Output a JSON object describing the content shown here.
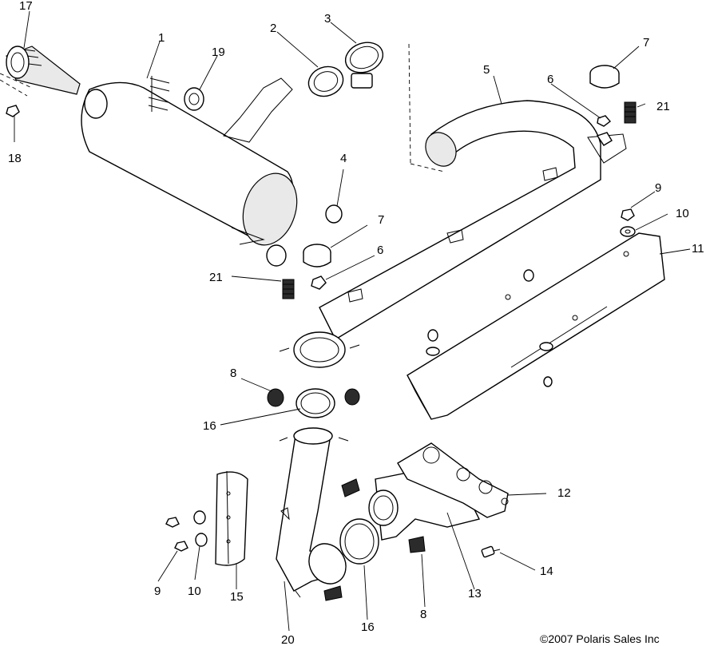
{
  "copyright": "©2007 Polaris Sales Inc",
  "callouts": {
    "c1": "1",
    "c2": "2",
    "c3": "3",
    "c4": "4",
    "c5": "5",
    "c6a": "6",
    "c6b": "6",
    "c7a": "7",
    "c7b": "7",
    "c8a": "8",
    "c8b": "8",
    "c9a": "9",
    "c9b": "9",
    "c10a": "10",
    "c10b": "10",
    "c11": "11",
    "c12": "12",
    "c13": "13",
    "c14": "14",
    "c15": "15",
    "c16a": "16",
    "c16b": "16",
    "c17": "17",
    "c18": "18",
    "c19": "19",
    "c20": "20",
    "c21a": "21",
    "c21b": "21"
  }
}
